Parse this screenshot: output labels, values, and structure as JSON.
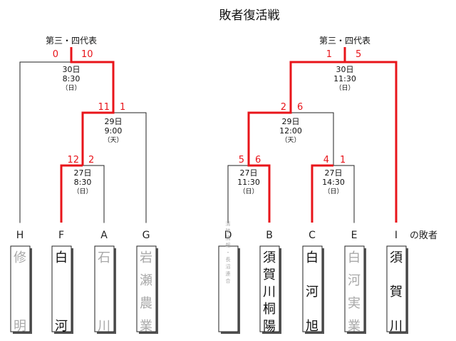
{
  "title": "敗者復活戦",
  "colors": {
    "winner": "#e8141a",
    "line": "#222222",
    "loser_text": "#a8a8a8",
    "winner_text": "#111111"
  },
  "suffix": "の敗者",
  "brackets": [
    {
      "advance_label": "第三・四代表",
      "teams": [
        {
          "seed": "H",
          "name": [
            "修",
            "",
            "明"
          ],
          "winner": false
        },
        {
          "seed": "F",
          "name": [
            "白",
            "",
            "河"
          ],
          "winner": true
        },
        {
          "seed": "A",
          "name": [
            "石",
            "",
            "川"
          ],
          "winner": false
        },
        {
          "seed": "G",
          "name": [
            "岩",
            "瀬",
            "農",
            "業"
          ],
          "winner": false
        }
      ],
      "matches": {
        "m1": {
          "date": "27日",
          "time": "8:30",
          "weather": "（日）",
          "score_left": "12",
          "score_right": "2"
        },
        "m2": {
          "date": "29日",
          "time": "9:00",
          "weather": "（天）",
          "score_left": "11",
          "score_right": "1"
        },
        "m3": {
          "date": "30日",
          "time": "8:30",
          "weather": "（日）",
          "score_left": "0",
          "score_right": "10"
        }
      }
    },
    {
      "advance_label": "第三・四代表",
      "teams": [
        {
          "seed": "D",
          "name": [
            "清陵情報・長沼連合"
          ],
          "winner": false
        },
        {
          "seed": "B",
          "name": [
            "須",
            "賀",
            "川",
            "桐",
            "陽"
          ],
          "winner": true
        },
        {
          "seed": "C",
          "name": [
            "白",
            "",
            "河",
            "",
            "旭"
          ],
          "winner": true
        },
        {
          "seed": "E",
          "name": [
            "白",
            "河",
            "実",
            "業"
          ],
          "winner": false
        },
        {
          "seed": "I",
          "name": [
            "須",
            "",
            "賀",
            "",
            "川"
          ],
          "winner": true
        }
      ],
      "matches": {
        "m1": {
          "date": "27日",
          "time": "11:30",
          "weather": "（日）",
          "score_left": "5",
          "score_right": "6"
        },
        "m2": {
          "date": "27日",
          "time": "14:30",
          "weather": "（日）",
          "score_left": "4",
          "score_right": "1"
        },
        "m3": {
          "date": "29日",
          "time": "12:00",
          "weather": "（天）",
          "score_left": "2",
          "score_right": "6"
        },
        "m4": {
          "date": "30日",
          "time": "11:30",
          "weather": "（日）",
          "score_left": "1",
          "score_right": "5"
        }
      }
    }
  ]
}
